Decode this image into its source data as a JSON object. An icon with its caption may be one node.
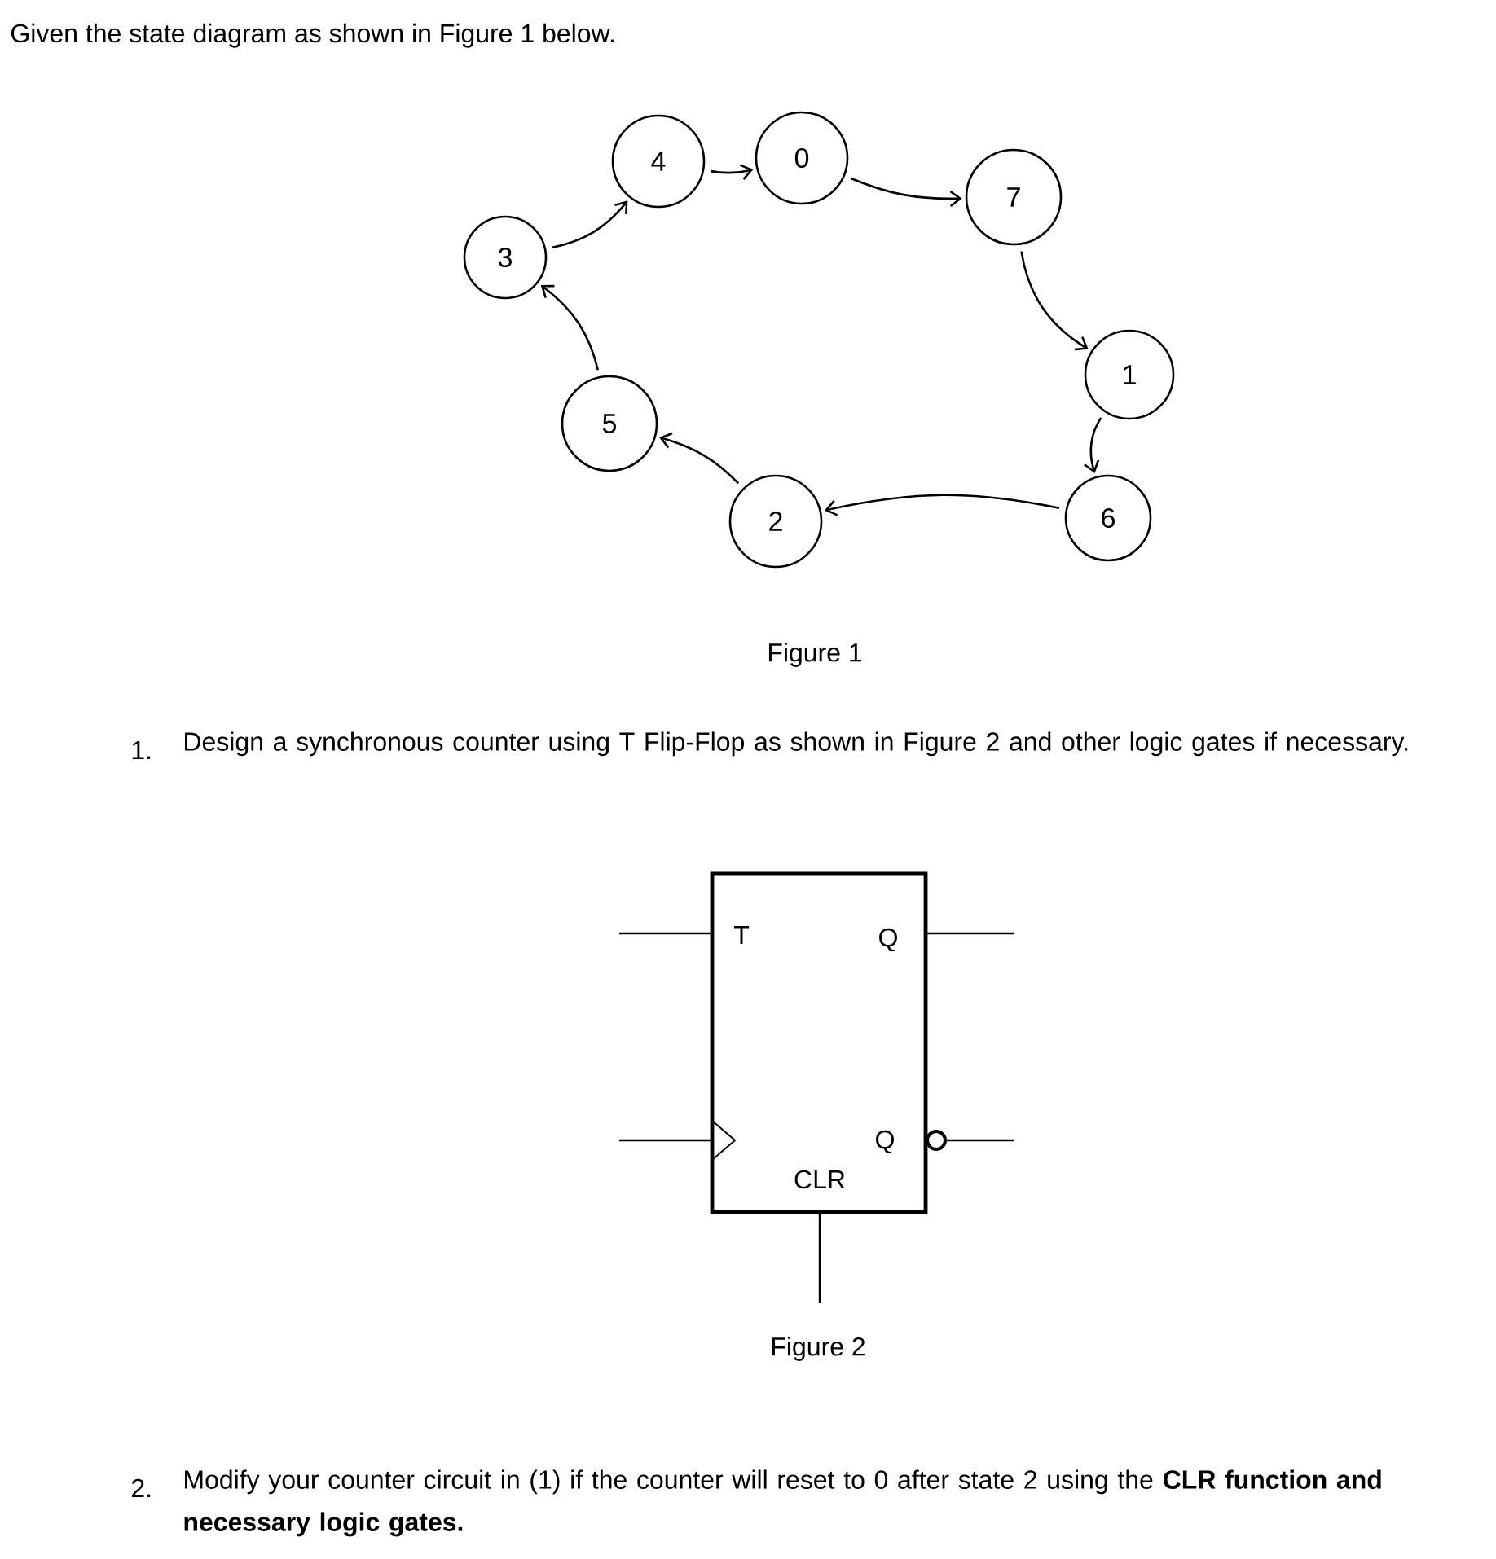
{
  "diagram": {
    "nodes": [
      {
        "text": [
          "4"
        ]
      },
      {
        "text": [
          "0"
        ]
      },
      {
        "text": [
          "7"
        ]
      },
      {
        "text": [
          "3"
        ]
      },
      {
        "text": [
          "1"
        ]
      },
      {
        "text": [
          "5"
        ]
      },
      {
        "text": [
          "2"
        ]
      },
      {
        "text": [
          "6"
        ]
      },
      {
        "text": [
          "T",
          "Q",
          "Q",
          "CLR"
        ]
      }
    ],
    "edges": [
      {
        "from": 3,
        "to": 0,
        "arrow": "to"
      },
      {
        "from": 0,
        "to": 1,
        "arrow": "to"
      },
      {
        "from": 1,
        "to": 2,
        "arrow": "to"
      },
      {
        "from": 2,
        "to": 4,
        "arrow": "to"
      },
      {
        "from": 4,
        "to": 7,
        "arrow": "to"
      },
      {
        "from": 7,
        "to": 6,
        "arrow": "to"
      },
      {
        "from": 6,
        "to": 5,
        "arrow": "to"
      },
      {
        "from": 5,
        "to": 3,
        "arrow": "to"
      }
    ],
    "labels": [
      "Given the state diagram as shown in Figure 1 below.",
      "Figure 1",
      "1.",
      "Design a synchronous counter using T Flip-Flop as shown in Figure 2 and other logic gates if necessary.",
      "Figure 2",
      "2.",
      "Modify your counter circuit in (1) if the counter will reset to 0 after state 2 using the **CLR function and necessary logic gates.**"
    ]
  }
}
